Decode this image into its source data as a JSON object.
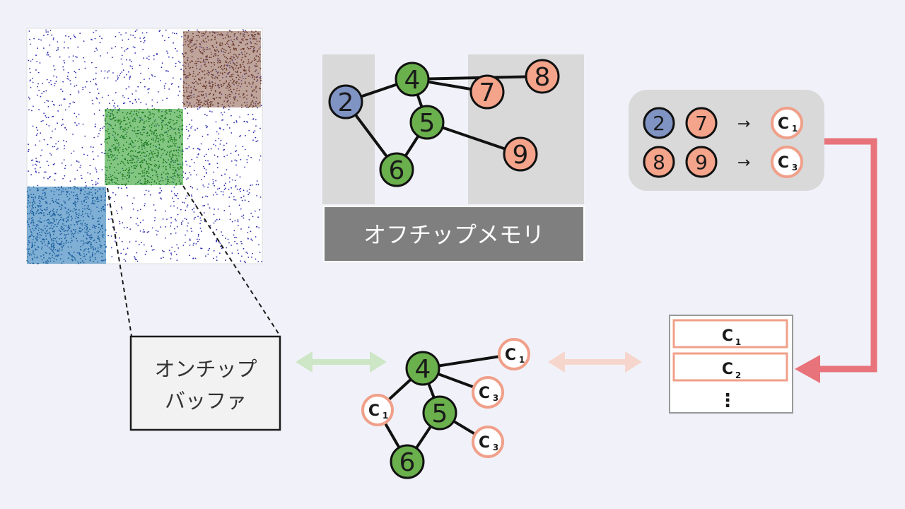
{
  "labels": {
    "offchip_memory": "オフチップメモリ",
    "onchip_buffer_line1": "オンチップ",
    "onchip_buffer_line2": "バッファ",
    "ellipsis": "⋮",
    "arrow": "→"
  },
  "offchip_nodes": {
    "n2": "2",
    "n4": "4",
    "n5": "5",
    "n6": "6",
    "n7": "7",
    "n8": "8",
    "n9": "9"
  },
  "cluster_map": [
    {
      "from": [
        "2",
        "7"
      ],
      "to_letter": "C",
      "to_sub": "1"
    },
    {
      "from": [
        "8",
        "9"
      ],
      "to_letter": "C",
      "to_sub": "3"
    }
  ],
  "cache_table": [
    {
      "letter": "C",
      "sub": "1"
    },
    {
      "letter": "C",
      "sub": "2"
    }
  ],
  "onchip_graph": {
    "n4": "4",
    "n5": "5",
    "n6": "6",
    "c1_top": {
      "letter": "C",
      "sub": "1"
    },
    "c3_a": {
      "letter": "C",
      "sub": "3"
    },
    "c3_b": {
      "letter": "C",
      "sub": "3"
    },
    "c1_left": {
      "letter": "C",
      "sub": "1"
    }
  },
  "colors": {
    "green_node": "#6ab04c",
    "blue_node": "#8094c4",
    "salmon_node": "#f4a48a",
    "salmon_ring": "#f0a08a",
    "red_arrow": "#e8737a",
    "green_arrow": "#cde6c6",
    "pink_arrow": "#f6d6cc",
    "gray_panel": "#d9d9d9",
    "dark_gray_box": "#7f7f7f",
    "matrix_green": "#2ea02e",
    "matrix_brown": "#8a5a4a",
    "matrix_blue": "#2a7ab8",
    "scatter_dots": "#2b2bb0"
  }
}
